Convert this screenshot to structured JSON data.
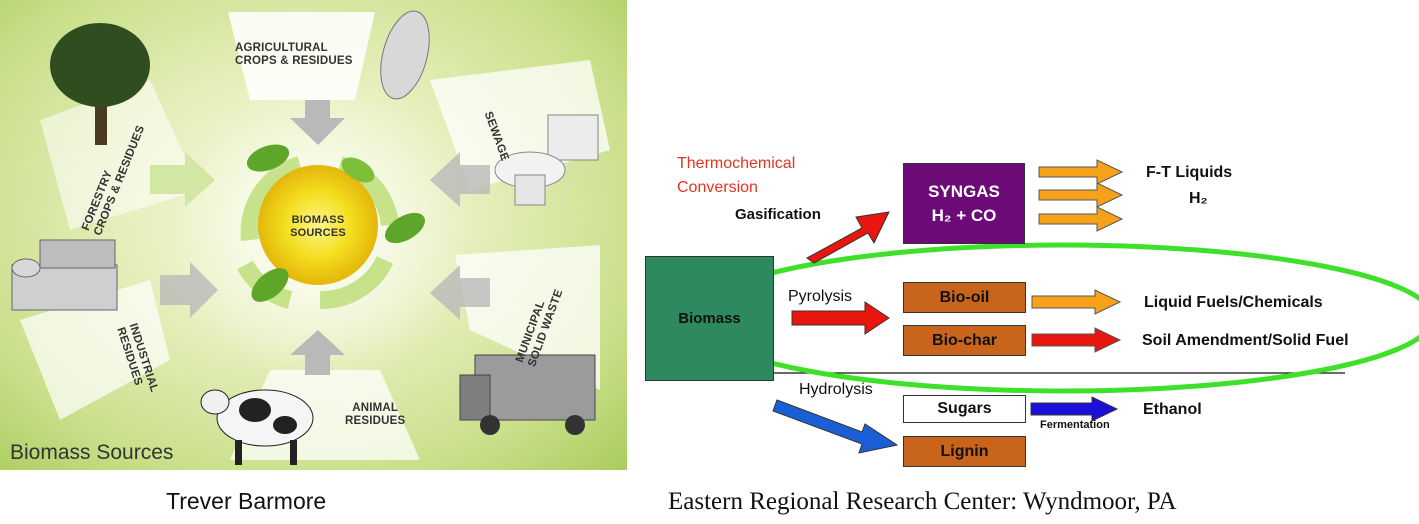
{
  "left_panel": {
    "center_label_1": "BIOMASS",
    "center_label_2": "SOURCES",
    "sources": {
      "agricultural_1": "AGRICULTURAL",
      "agricultural_2": "CROPS & RESIDUES",
      "forestry_1": "FORESTRY",
      "forestry_2": "CROPS & RESIDUES",
      "sewage": "SEWAGE",
      "industrial_1": "INDUSTRIAL",
      "industrial_2": "RESIDUES",
      "municipal_1": "MUNICIPAL",
      "municipal_2": "SOLID WASTE",
      "animal_1": "ANIMAL",
      "animal_2": "RESIDUES"
    },
    "title": "Biomass Sources",
    "caption": "Trever Barmore"
  },
  "right_panel": {
    "thermo_1": "Thermochemical",
    "thermo_2": "Conversion",
    "biomass": "Biomass",
    "gasification": "Gasification",
    "syngas": "SYNGAS",
    "syngas_formula": "H₂ + CO",
    "ft_liquids": "F-T Liquids",
    "h2": "H₂",
    "pyrolysis": "Pyrolysis",
    "bio_oil": "Bio-oil",
    "bio_char": "Bio-char",
    "liquid_fuels": "Liquid Fuels/Chemicals",
    "soil": "Soil Amendment/Solid Fuel",
    "hydrolysis": "Hydrolysis",
    "sugars": "Sugars",
    "lignin": "Lignin",
    "fermentation": "Fermentation",
    "ethanol": "Ethanol",
    "caption": "Eastern Regional Research Center: Wyndmoor, PA"
  },
  "colors": {
    "syngas": "#6c0a78",
    "biomass": "#2e8a5e",
    "orange_box": "#c8641c",
    "red_arrow": "#e8160e",
    "orange_arrow": "#f7a21b",
    "blue_arrow": "#1a5fd6",
    "green_ellipse": "#3fe02a"
  }
}
